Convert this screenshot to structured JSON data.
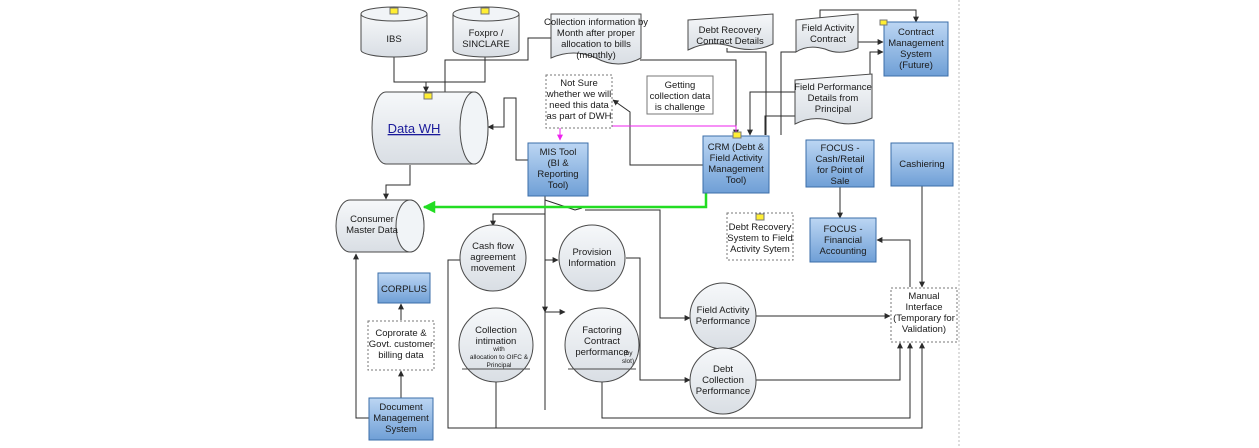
{
  "colors": {
    "box_fill": "#8fb8e6",
    "box_stroke": "#3b6ea8",
    "circle_fill": "#e9edf2",
    "cyl_fill": "#e9edf2",
    "line": "#2b2b2b",
    "green_arrow": "#22dd22",
    "magenta_arrow": "#ee22ee",
    "note_icon": "#ffee33"
  },
  "nodes": {
    "ibs": [
      "IBS"
    ],
    "foxpro": [
      "Foxpro /",
      "SINCLARE"
    ],
    "data_wh": [
      "Data WH"
    ],
    "consumer_master": [
      "Consumer",
      "Master Data"
    ],
    "collection_info": [
      "Collection information by",
      "Month after proper",
      "allocation to bills",
      "(monthly)"
    ],
    "debt_recovery_contract": [
      "Debt Recovery",
      "Contract Details"
    ],
    "field_activity_contract": [
      "Field Activity",
      "Contract"
    ],
    "contract_mgmt": [
      "Contract",
      "Management",
      "System",
      "(Future)"
    ],
    "not_sure": [
      "Not Sure",
      "whether we will",
      "need this data",
      "as part of DWH"
    ],
    "getting_collection": [
      "Getting",
      "collection data",
      "is challenge"
    ],
    "field_performance_details": [
      "Field Performance",
      "Details from",
      "Principal"
    ],
    "mis_tool": [
      "MIS Tool",
      "(BI &",
      "Reporting",
      "Tool)"
    ],
    "crm": [
      "CRM (Debt &",
      "Field Activity",
      "Management",
      "Tool)"
    ],
    "focus_cash": [
      "FOCUS -",
      "Cash/Retail",
      "for Point of",
      "Sale"
    ],
    "cashiering": [
      "Cashiering"
    ],
    "debt_recovery_system": [
      "Debt Recovery",
      "System to Field",
      "Activity Sytem"
    ],
    "focus_financial": [
      "FOCUS -",
      "Financial",
      "Accounting"
    ],
    "cash_flow": [
      "Cash flow",
      "agreement",
      "movement"
    ],
    "provision": [
      "Provision",
      "Information"
    ],
    "corplus": [
      "CORPLUS"
    ],
    "coprorate": [
      "Coprorate &",
      "Govt. customer",
      "billing data"
    ],
    "collection_intimation": [
      "Collection",
      "intimation"
    ],
    "collection_intimation_small": [
      "with",
      "allocation to OIFC &",
      "Principal"
    ],
    "factoring": [
      "Factoring",
      "Contract",
      "performance"
    ],
    "factoring_small": [
      "(by",
      "slot)"
    ],
    "field_activity_perf": [
      "Field Activity",
      "Performance"
    ],
    "manual_interface": [
      "Manual",
      "Interface",
      "(Temporary for",
      "Validation)"
    ],
    "debt_collection_perf": [
      "Debt",
      "Collection",
      "Performance"
    ],
    "document_mgmt": [
      "Document",
      "Management",
      "System"
    ]
  }
}
